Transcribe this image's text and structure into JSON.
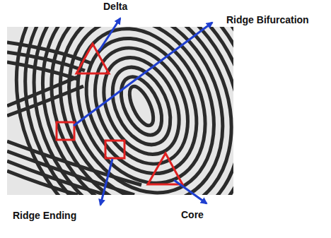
{
  "diagram": {
    "labels": [
      "Delta",
      "Ridge Bifurcation",
      "Ridge Ending",
      "Core"
    ]
  }
}
